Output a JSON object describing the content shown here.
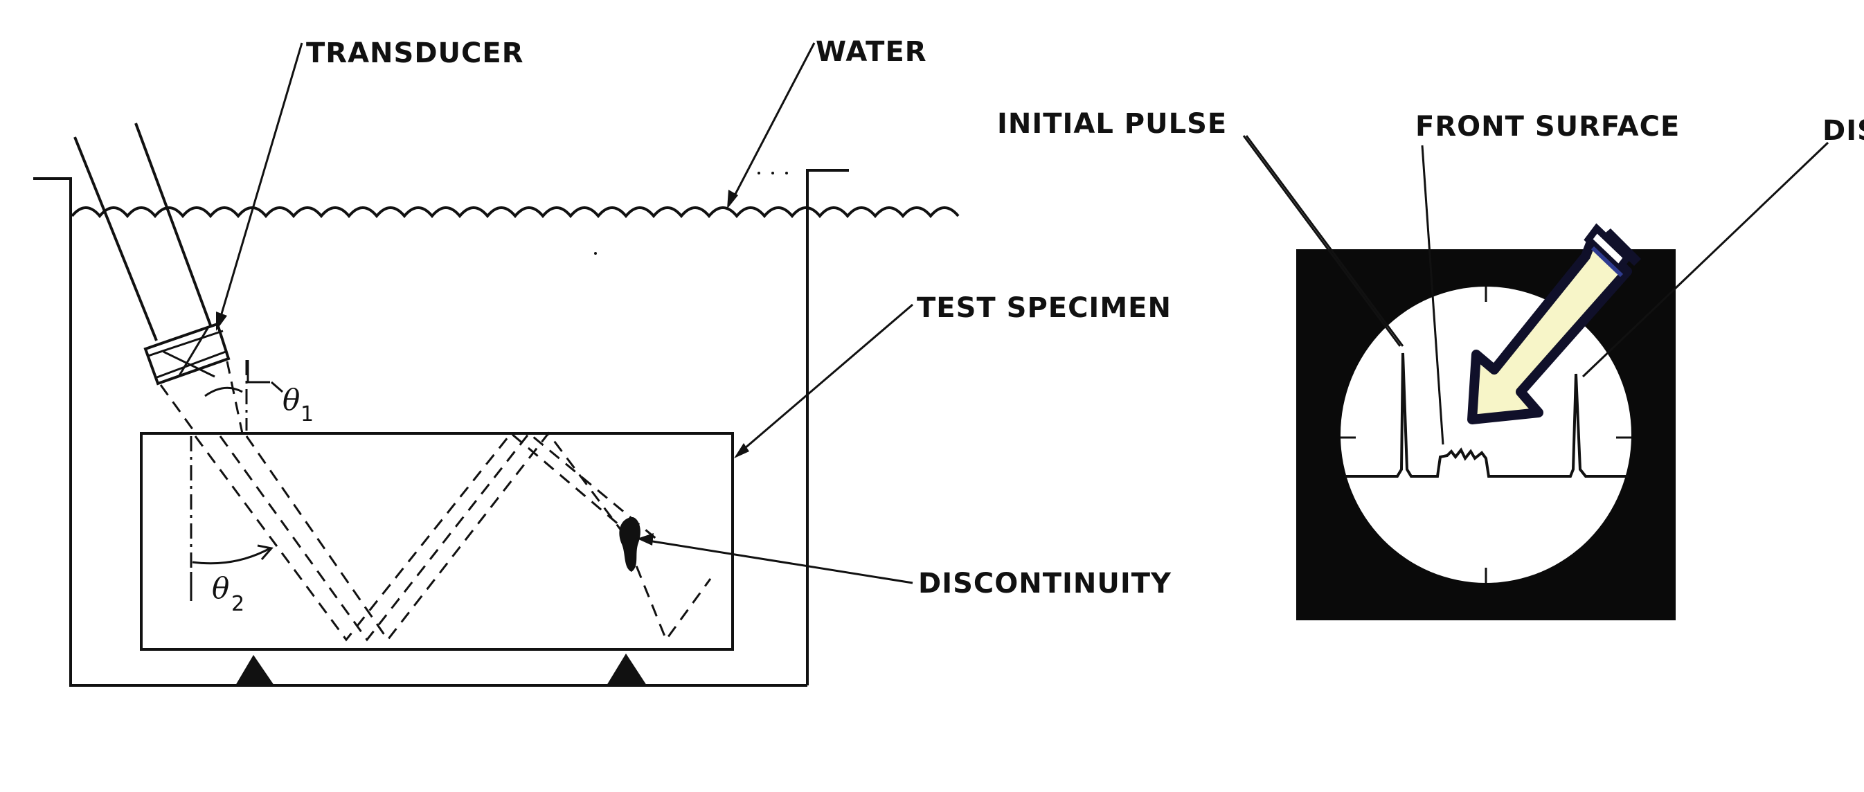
{
  "labels": {
    "transducer": "TRANSDUCER",
    "water": "WATER",
    "test_specimen": "TEST SPECIMEN",
    "discontinuity": "DISCONTINUITY",
    "initial_pulse": "INITIAL PULSE",
    "front_surface": "FRONT SURFACE",
    "discontinuity_truncated": "DIS"
  },
  "angles": {
    "theta": "θ",
    "sub1": "1",
    "sub2": "2"
  },
  "icons": {
    "pointer": "pencil-arrow-icon"
  },
  "colors": {
    "ink": "#111111",
    "arrow_fill": "#f7f5c8",
    "arrow_outline": "#10102a",
    "arrow_accent": "#2e3b8f",
    "scope_bg": "#0a0a0a"
  }
}
